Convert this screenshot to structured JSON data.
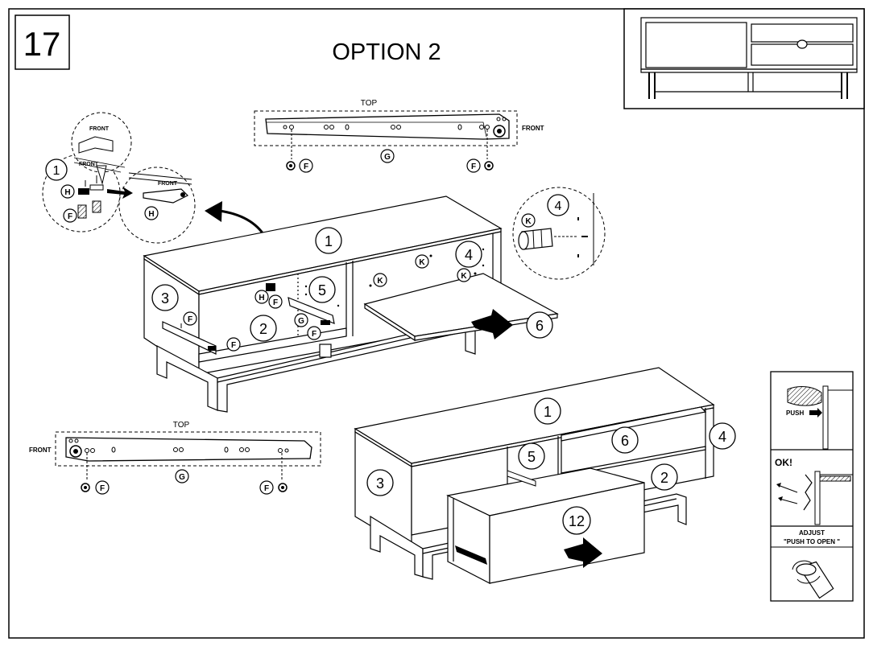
{
  "step": "17",
  "heading": "OPTION 2",
  "rail_top": {
    "top_label": "TOP",
    "front_label": "FRONT",
    "left_letter": "F",
    "center_letter": "G",
    "right_letter": "F"
  },
  "rail_bottom": {
    "top_label": "TOP",
    "front_label": "FRONT",
    "left_letter": "F",
    "center_letter": "G",
    "right_letter": "F"
  },
  "hinge_detail": {
    "number": "1",
    "front_label_a": "FRONT",
    "front_label_b": "FRONT",
    "front_label_c": "FRONT",
    "letter_h1": "H",
    "letter_f": "F",
    "letter_h2": "H"
  },
  "dowel_detail": {
    "number": "4",
    "letter": "K"
  },
  "upper_assembly": {
    "p1": "1",
    "p2": "2",
    "p3": "3",
    "p4": "4",
    "p5": "5",
    "p6": "6",
    "k1": "K",
    "k2": "K",
    "k3": "K",
    "h": "H",
    "f1": "F",
    "f2": "F",
    "f3": "F",
    "f4": "F",
    "g": "G"
  },
  "lower_assembly": {
    "p1": "1",
    "p2": "2",
    "p3": "3",
    "p4": "4",
    "p5": "5",
    "p6": "6",
    "p12": "12"
  },
  "side_panel": {
    "push_label": "PUSH",
    "ok_label": "OK!",
    "adjust_line1": "ADJUST",
    "adjust_line2": "\"PUSH TO OPEN \""
  }
}
